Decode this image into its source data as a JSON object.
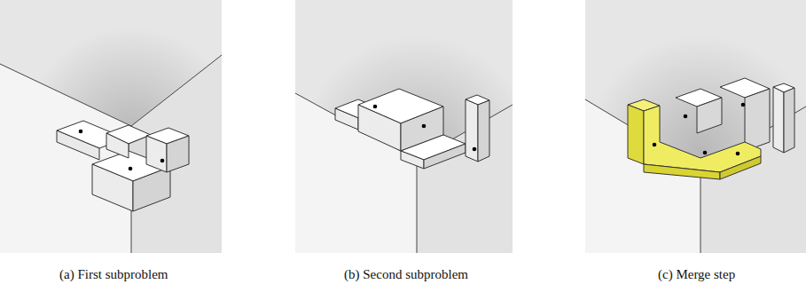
{
  "diagram": {
    "labels": [
      "(a) First subproblem",
      "(b) Second subproblem",
      "(c) Merge step"
    ]
  }
}
